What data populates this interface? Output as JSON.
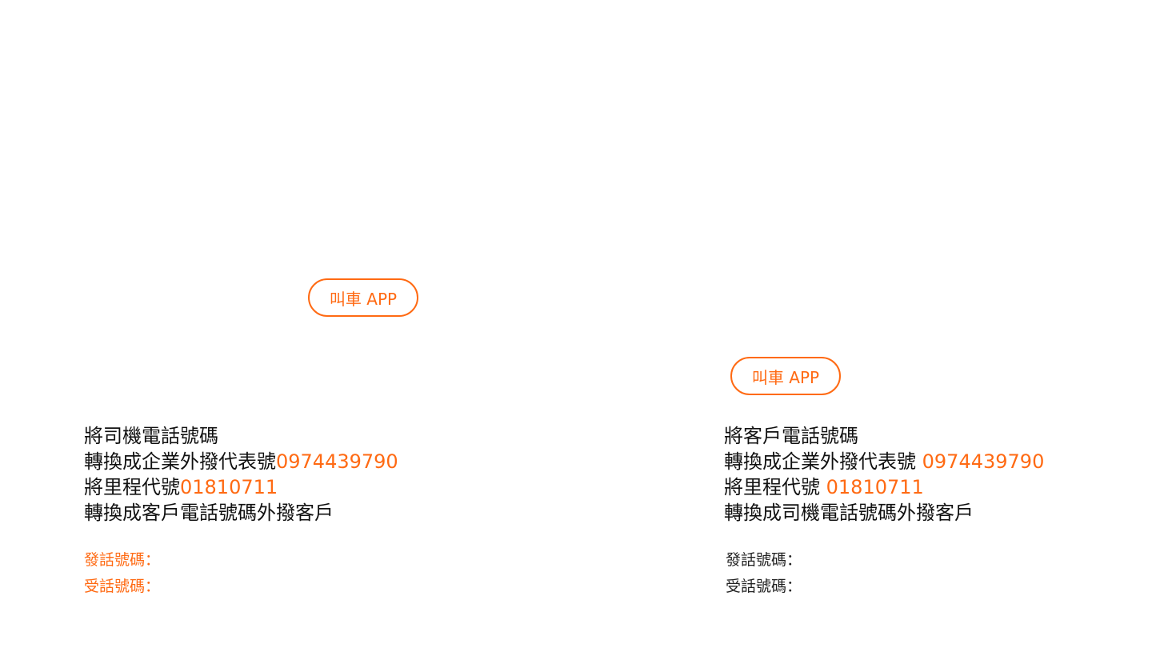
{
  "accent_color": "#ff6a13",
  "left": {
    "button_label": "叫車 APP",
    "lines": [
      {
        "text": "將司機電話號碼",
        "number": ""
      },
      {
        "text": "轉換成企業外撥代表號",
        "number": "0974439790"
      },
      {
        "text": "將里程代號",
        "number": "01810711"
      },
      {
        "text": "轉換成客戶電話號碼外撥客戶",
        "number": ""
      }
    ],
    "caller_label": "發話號碼：",
    "callee_label": "受話號碼："
  },
  "right": {
    "button_label": "叫車 APP",
    "lines": [
      {
        "text": "將客戶電話號碼",
        "number": ""
      },
      {
        "text": "轉換成企業外撥代表號",
        "number": "0974439790"
      },
      {
        "text": "將里程代號",
        "number": "01810711"
      },
      {
        "text": "轉換成司機電話號碼外撥客戶",
        "number": ""
      }
    ],
    "caller_label": "發話號碼：",
    "callee_label": "受話號碼："
  }
}
